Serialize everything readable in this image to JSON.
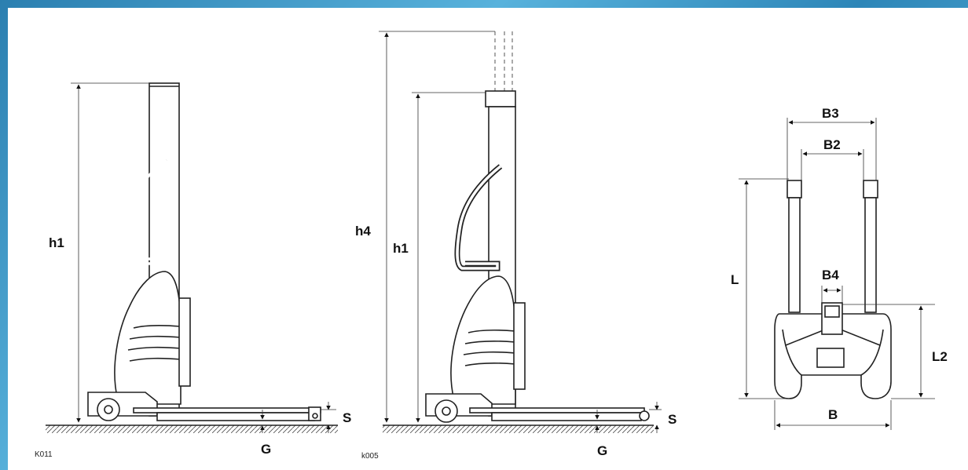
{
  "side_view_standard": {
    "code": "K011",
    "labels": {
      "height": "h1",
      "straddle": "S",
      "ground": "G"
    }
  },
  "side_view_extended": {
    "code": "k005",
    "labels": {
      "max_height": "h4",
      "height": "h1",
      "straddle": "S",
      "ground": "G"
    }
  },
  "top_view": {
    "labels": {
      "outer_width": "B3",
      "inner_width": "B2",
      "center_width": "B4",
      "length": "L",
      "length2": "L2",
      "width": "B"
    }
  }
}
